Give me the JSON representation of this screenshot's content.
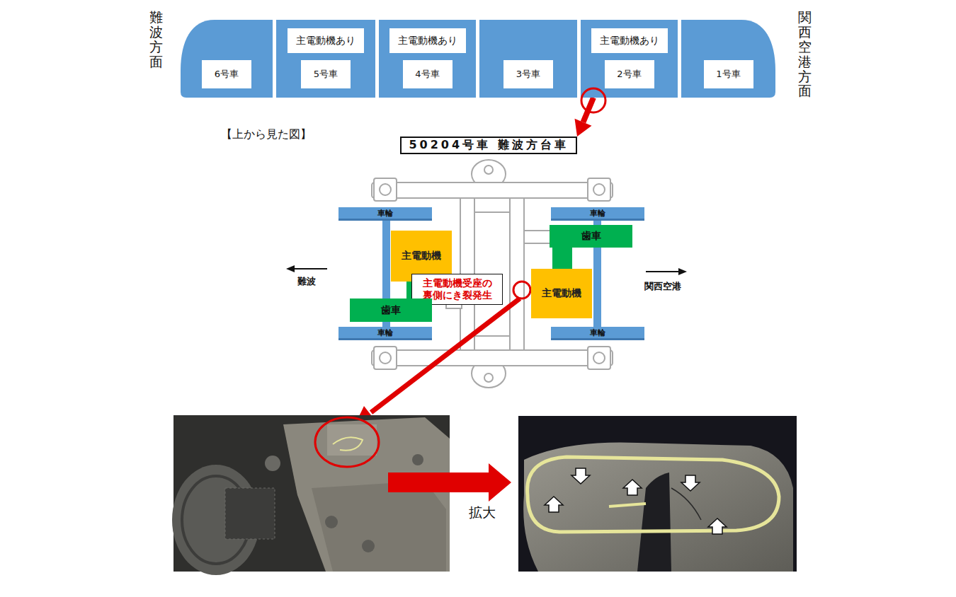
{
  "diagram": {
    "nodes": [
      {
        "text": [
          "6号車"
        ]
      },
      {
        "text": [
          "主電動機あり",
          "5号車"
        ]
      },
      {
        "text": [
          "主電動機あり",
          "4号車"
        ]
      },
      {
        "text": [
          "3号車"
        ]
      },
      {
        "text": [
          "主電動機あり",
          "2号車"
        ]
      },
      {
        "text": [
          "1号車"
        ]
      },
      {
        "text": [
          "50204号車 難波方台車"
        ]
      },
      {
        "text": [
          "車輪"
        ]
      },
      {
        "text": [
          "車輪"
        ]
      },
      {
        "text": [
          "主電動機"
        ]
      },
      {
        "text": [
          "歯車"
        ]
      },
      {
        "text": [
          "主電動機受座の裏側にき裂発生"
        ]
      },
      {
        "text": [
          "主電動機"
        ]
      },
      {
        "text": [
          "歯車"
        ]
      },
      {
        "text": [
          "車輪"
        ]
      },
      {
        "text": [
          "車輪"
        ]
      }
    ],
    "edges": [
      {
        "from": 4,
        "to": 6,
        "arrow": "to"
      }
    ],
    "labels": [
      "難波方面",
      "関西空港方面",
      "【上から見た図】",
      "難波",
      "関西空港",
      "拡大"
    ]
  }
}
